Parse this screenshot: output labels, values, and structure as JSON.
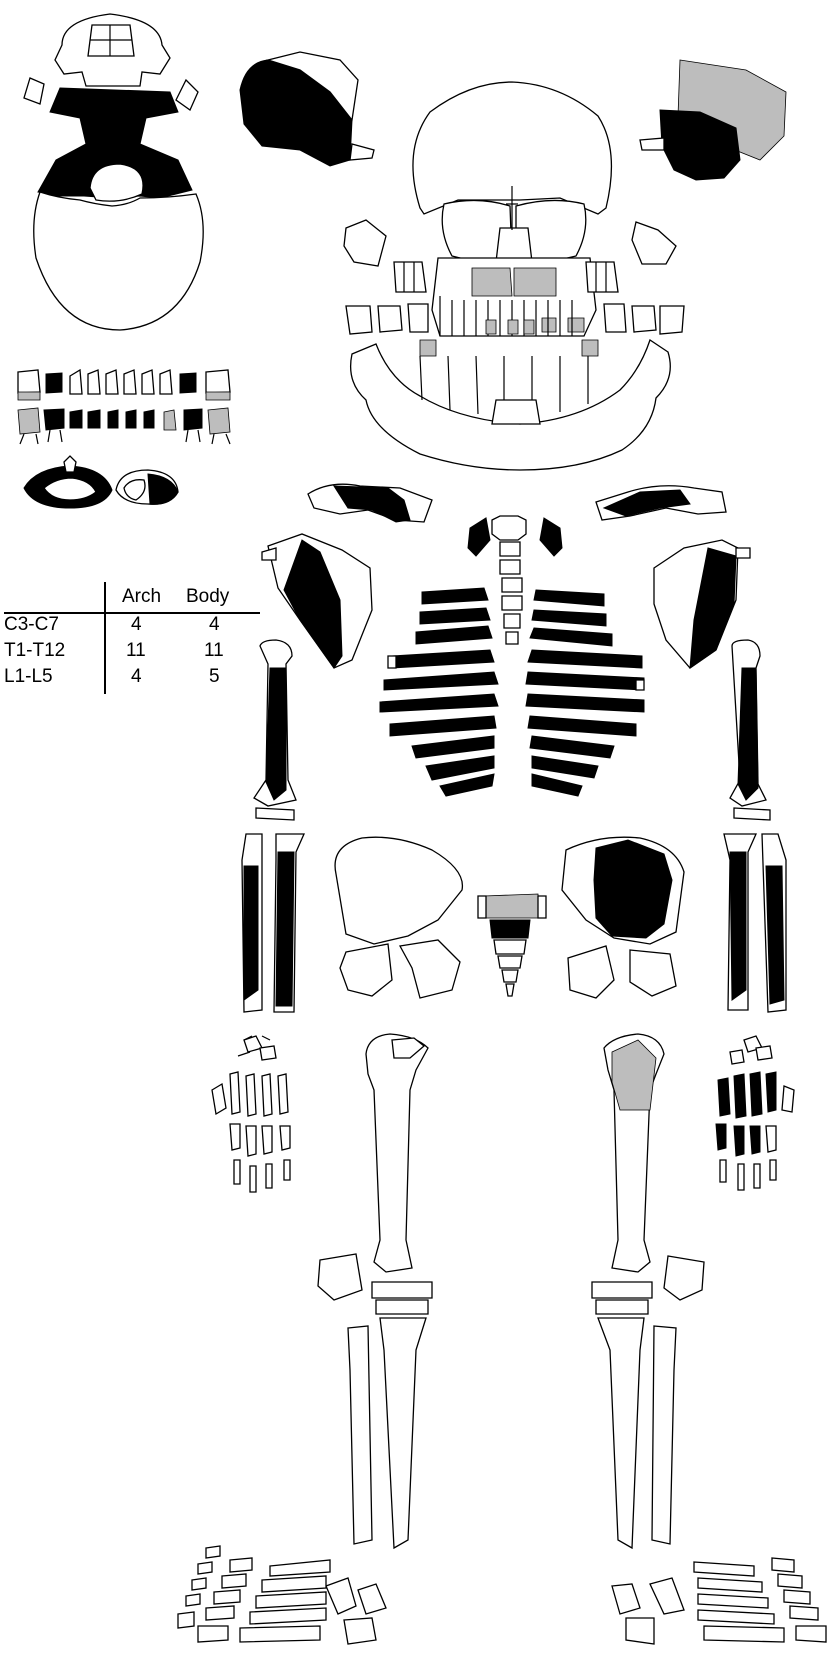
{
  "colors": {
    "outline": "#000000",
    "background": "#ffffff",
    "present_black": "#000000",
    "present_gray": "#bdbdbd"
  },
  "vertebra_table": {
    "columns": [
      "",
      "Arch",
      "Body"
    ],
    "rows": [
      {
        "label": "C3-C7",
        "arch": "4",
        "body": "4"
      },
      {
        "label": "T1-T12",
        "arch": "11",
        "body": "11"
      },
      {
        "label": "L1-L5",
        "arch": "4",
        "body": "5"
      }
    ]
  }
}
